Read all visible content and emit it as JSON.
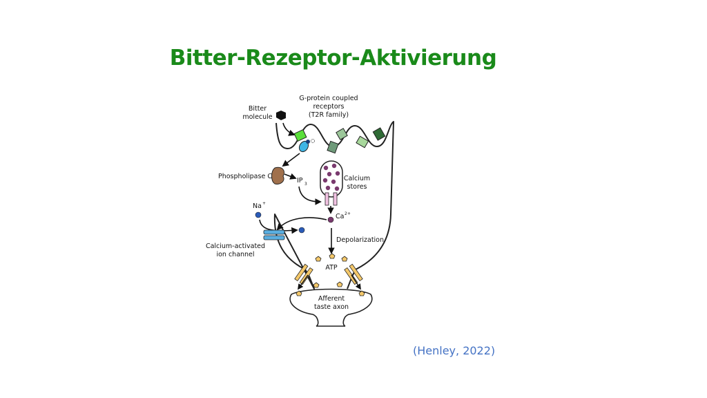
{
  "title": "Bitter-Rezeptor-Aktivierung",
  "citation": "(Henley, 2022)",
  "colors": {
    "title": "#1a8a1a",
    "citation": "#4472c4"
  },
  "diagram": {
    "labels": {
      "bitter_1": "Bitter",
      "bitter_2": "molecule",
      "gpcr_1": "G-protein coupled",
      "gpcr_2": "receptors",
      "gpcr_3": "(T2R family)",
      "plc": "Phospholipase C",
      "ip3": "IP",
      "ip3_sub": "3",
      "calcium_1": "Calcium",
      "calcium_2": "stores",
      "na": "Na",
      "na_sup": "+",
      "ca": "Ca",
      "ca_sup": "2+",
      "depolarization": "Depolarization",
      "channel_1": "Calcium-activated",
      "channel_2": "ion channel",
      "atp": "ATP",
      "afferent_1": "Afferent",
      "afferent_2": "taste axon"
    }
  }
}
